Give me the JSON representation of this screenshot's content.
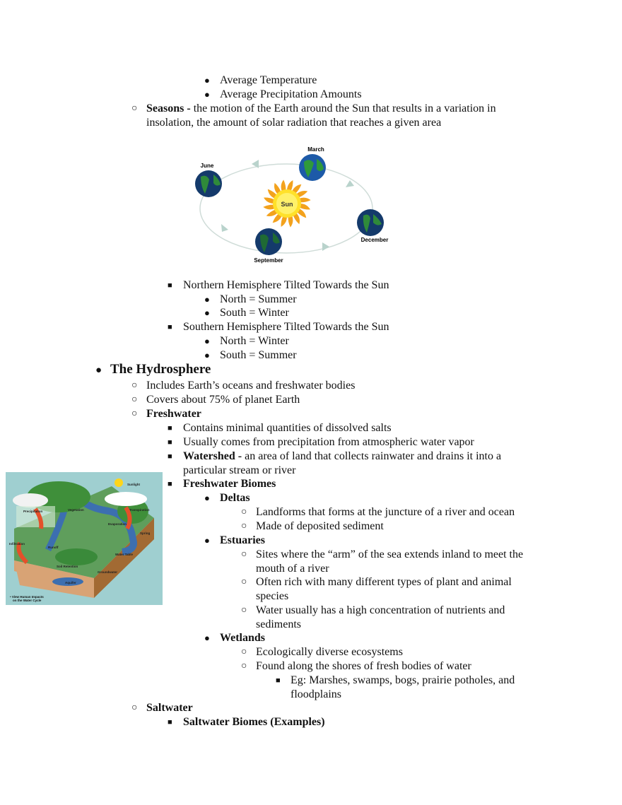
{
  "outline": [
    {
      "level": 4,
      "marker": "●",
      "text": "Average Temperature"
    },
    {
      "level": 4,
      "marker": "●",
      "text": "Average Precipitation Amounts"
    },
    {
      "level": 2,
      "marker": "○",
      "bold": "Seasons -",
      "text": " the motion of the Earth around the Sun that results in a variation in",
      "cont": "insolation, the amount of solar radiation that reaches a given area"
    },
    {
      "level": 3,
      "marker": "■",
      "text": "Northern Hemisphere Tilted Towards the Sun"
    },
    {
      "level": 4,
      "marker": "●",
      "text": "North = Summer"
    },
    {
      "level": 4,
      "marker": "●",
      "text": "South = Winter"
    },
    {
      "level": 3,
      "marker": "■",
      "text": "Southern Hemisphere Tilted Towards the Sun"
    },
    {
      "level": 4,
      "marker": "●",
      "text": "North = Winter"
    },
    {
      "level": 4,
      "marker": "●",
      "text": "South = Summer"
    },
    {
      "level": 1,
      "marker": "●",
      "bold": "The Hydrosphere",
      "text": ""
    },
    {
      "level": 2,
      "marker": "○",
      "text": "Includes Earth’s oceans and freshwater bodies"
    },
    {
      "level": 2,
      "marker": "○",
      "text": "Covers about 75% of planet Earth"
    },
    {
      "level": 2,
      "marker": "○",
      "bold": "Freshwater",
      "text": ""
    },
    {
      "level": 3,
      "marker": "■",
      "text": "Contains minimal quantities of dissolved salts"
    },
    {
      "level": 3,
      "marker": "■",
      "text": "Usually comes from precipitation from atmospheric water vapor"
    },
    {
      "level": 3,
      "marker": "■",
      "bold": "Watershed -",
      "text": " an area of land that collects rainwater and drains it into a",
      "cont": "particular stream or river"
    },
    {
      "level": 3,
      "marker": "■",
      "bold": "Freshwater Biomes",
      "text": ""
    },
    {
      "level": 4,
      "marker": "●",
      "bold": "Deltas",
      "text": ""
    },
    {
      "level": 5,
      "marker": "○",
      "text": "Landforms that forms at the juncture of a river and ocean"
    },
    {
      "level": 5,
      "marker": "○",
      "text": "Made of deposited sediment"
    },
    {
      "level": 4,
      "marker": "●",
      "bold": "Estuaries",
      "text": ""
    },
    {
      "level": 5,
      "marker": "○",
      "text": "Sites where the “arm” of the sea extends inland to meet the",
      "cont": "mouth of a river"
    },
    {
      "level": 5,
      "marker": "○",
      "text": "Often rich with many different types of plant and animal",
      "cont": "species"
    },
    {
      "level": 5,
      "marker": "○",
      "text": "Water usually has a high concentration of nutrients and",
      "cont": "sediments"
    },
    {
      "level": 4,
      "marker": "●",
      "bold": "Wetlands",
      "text": ""
    },
    {
      "level": 5,
      "marker": "○",
      "text": "Ecologically diverse ecosystems"
    },
    {
      "level": 5,
      "marker": "○",
      "text": "Found along the shores of fresh bodies of water"
    },
    {
      "level": 6,
      "marker": "■",
      "text": "Eg: Marshes, swamps, bogs, prairie potholes, and",
      "cont": "floodplains"
    },
    {
      "level": 2,
      "marker": "○",
      "bold": "Saltwater",
      "text": ""
    },
    {
      "level": 3,
      "marker": "■",
      "bold": "Saltwater Biomes (Examples)",
      "text": ""
    }
  ],
  "seasons_diagram": {
    "sun_label": "Sun",
    "months": [
      "March",
      "June",
      "September",
      "December"
    ]
  },
  "water_cycle_image": {
    "labels": [
      "Sunlight",
      "Precipitation",
      "Vegetation",
      "Transpiration",
      "Evaporation",
      "Spring",
      "Infiltration",
      "Runoff",
      "Water Table",
      "Soil Retention",
      "Groundwater",
      "Aquifer"
    ],
    "link_text": [
      "• View Human Impacts",
      "on the Water Cycle"
    ]
  }
}
